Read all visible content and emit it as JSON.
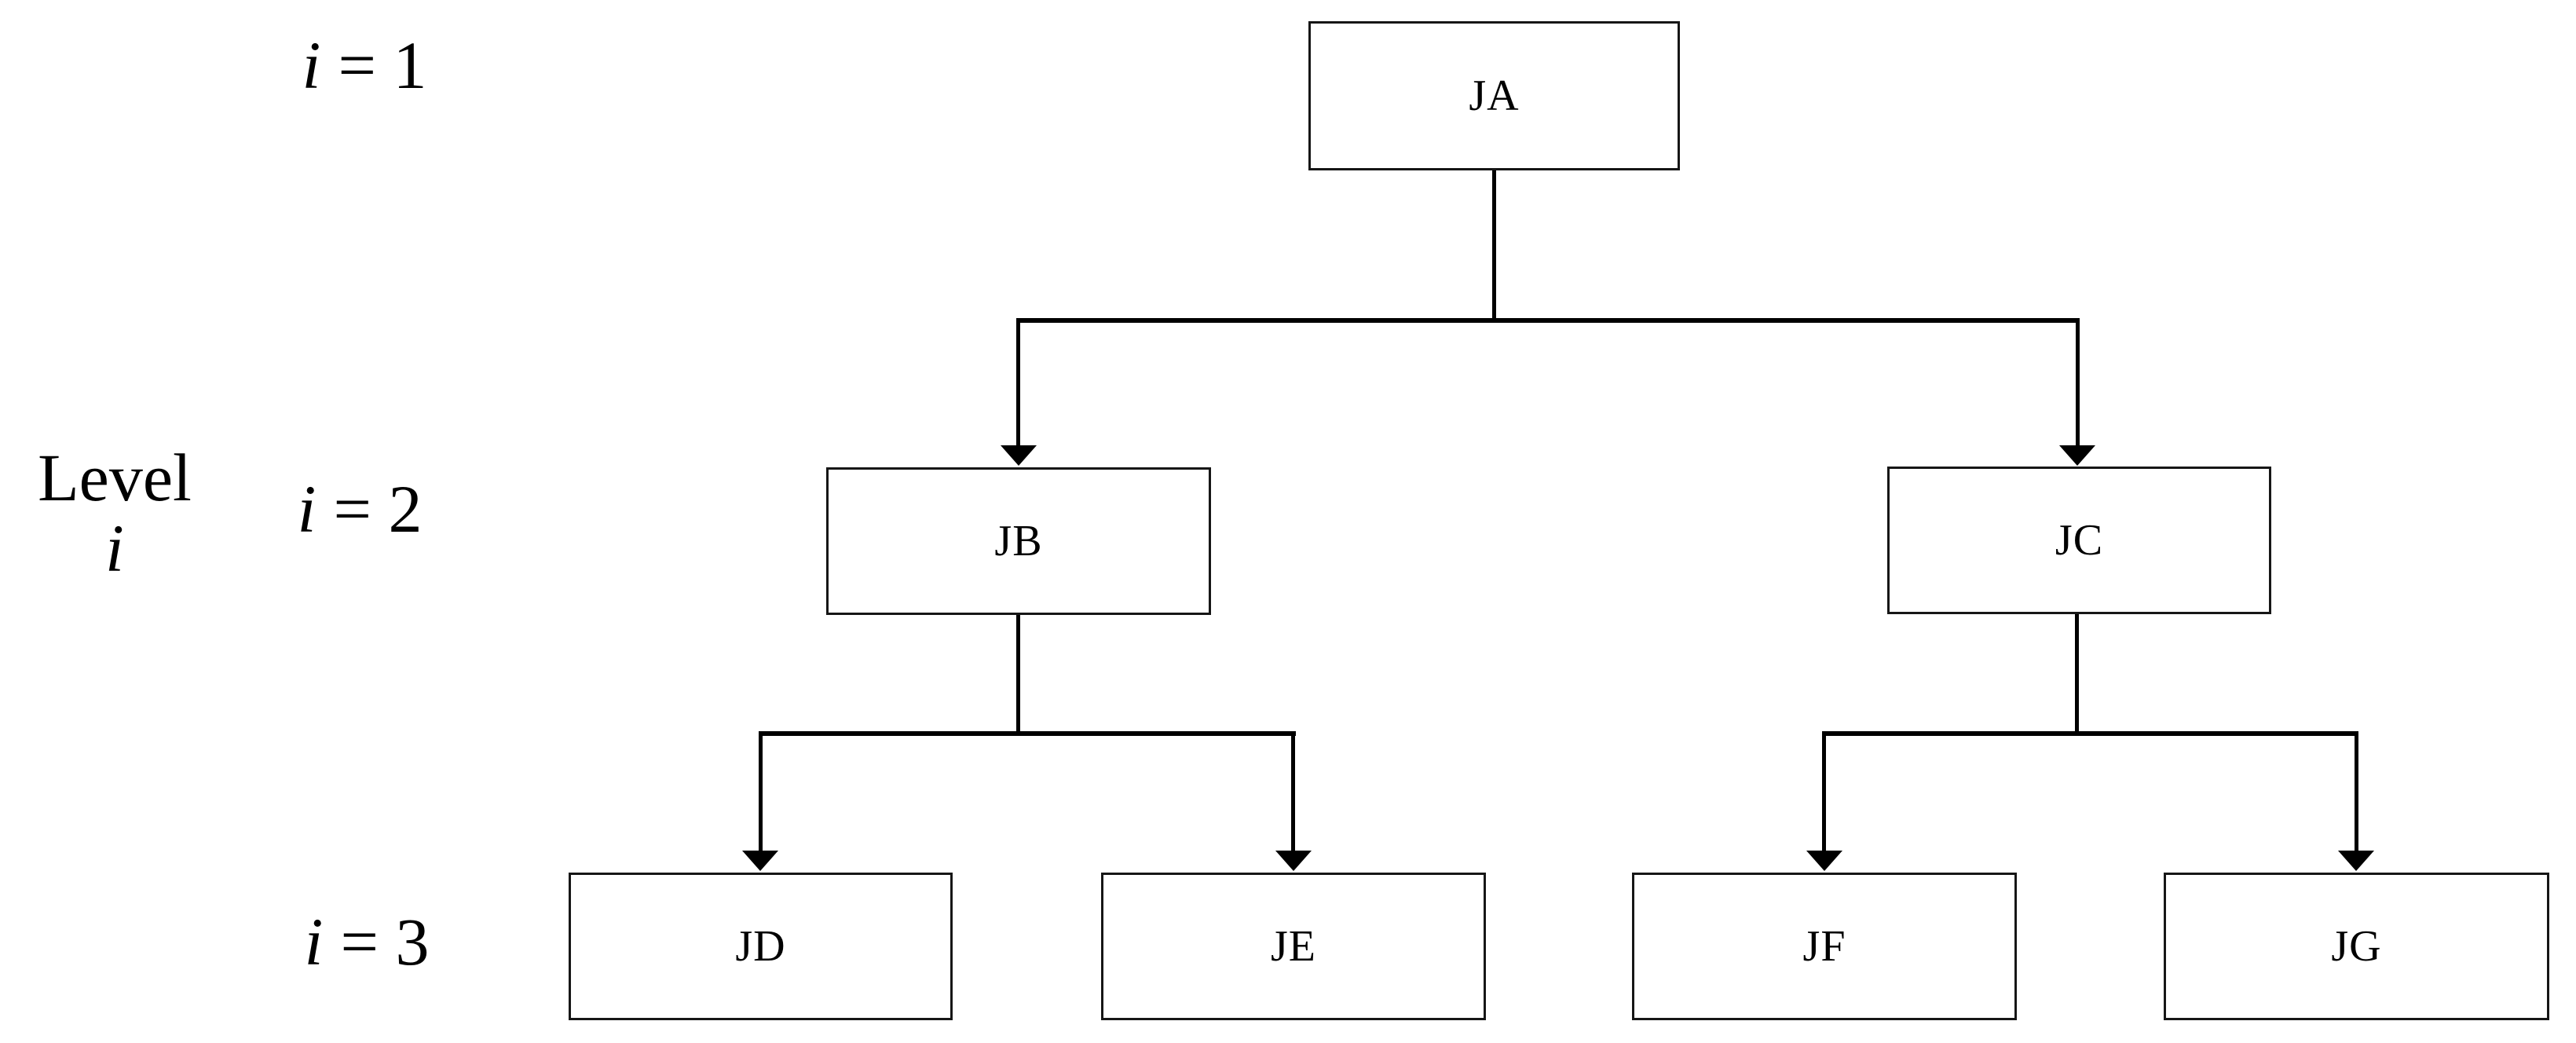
{
  "figure": {
    "type": "tree-diagram",
    "background_color": "#ffffff",
    "line_color": "#000000",
    "box_border_color": "#161616",
    "caption": {
      "line1": "Level",
      "line2": "i"
    },
    "level_labels": [
      {
        "variable": "i",
        "rest": "= 1"
      },
      {
        "variable": "i",
        "rest": "= 2"
      },
      {
        "variable": "i",
        "rest": "= 3"
      }
    ],
    "nodes": {
      "ja": {
        "label": "JA",
        "level": 1
      },
      "jb": {
        "label": "JB",
        "level": 2
      },
      "jc": {
        "label": "JC",
        "level": 2
      },
      "jd": {
        "label": "JD",
        "level": 3
      },
      "je": {
        "label": "JE",
        "level": 3
      },
      "jf": {
        "label": "JF",
        "level": 3
      },
      "jg": {
        "label": "JG",
        "level": 3
      }
    },
    "edges": [
      {
        "from": "JA",
        "to": "JB"
      },
      {
        "from": "JA",
        "to": "JC"
      },
      {
        "from": "JB",
        "to": "JD"
      },
      {
        "from": "JB",
        "to": "JE"
      },
      {
        "from": "JC",
        "to": "JF"
      },
      {
        "from": "JC",
        "to": "JG"
      }
    ]
  }
}
